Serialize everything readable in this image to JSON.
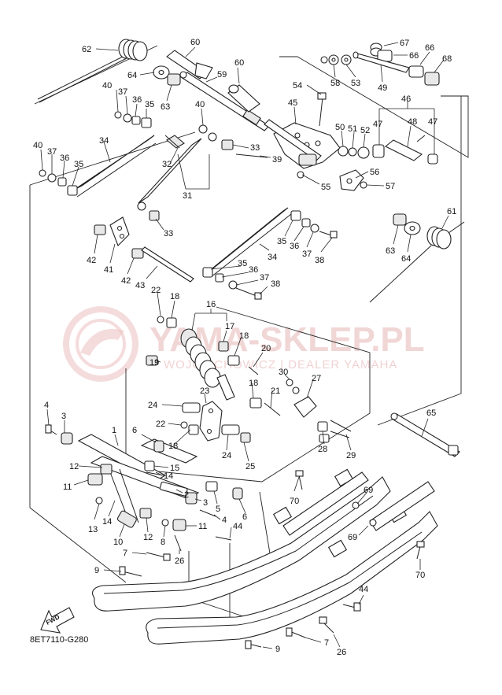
{
  "watermark": {
    "main": "YAMA-SKLEP.PL",
    "sub": "WOJCIECHOWICZ | DEALER YAMAHA"
  },
  "diagram_code": "8ET7110-G280",
  "fwd_label": "FWD",
  "callouts": [
    {
      "id": "62",
      "text": "62"
    },
    {
      "id": "60a",
      "text": "60"
    },
    {
      "id": "60b",
      "text": "60"
    },
    {
      "id": "64a",
      "text": "64"
    },
    {
      "id": "63a",
      "text": "63"
    },
    {
      "id": "59",
      "text": "59"
    },
    {
      "id": "67",
      "text": "67"
    },
    {
      "id": "66a",
      "text": "66"
    },
    {
      "id": "66b",
      "text": "66"
    },
    {
      "id": "68",
      "text": "68"
    },
    {
      "id": "58",
      "text": "58"
    },
    {
      "id": "53",
      "text": "53"
    },
    {
      "id": "49",
      "text": "49"
    },
    {
      "id": "54",
      "text": "54"
    },
    {
      "id": "40a",
      "text": "40"
    },
    {
      "id": "37a",
      "text": "37"
    },
    {
      "id": "36a",
      "text": "36"
    },
    {
      "id": "35a",
      "text": "35"
    },
    {
      "id": "40b",
      "text": "40"
    },
    {
      "id": "45",
      "text": "45"
    },
    {
      "id": "46",
      "text": "46"
    },
    {
      "id": "50",
      "text": "50"
    },
    {
      "id": "51",
      "text": "51"
    },
    {
      "id": "52",
      "text": "52"
    },
    {
      "id": "47a",
      "text": "47"
    },
    {
      "id": "48",
      "text": "48"
    },
    {
      "id": "47b",
      "text": "47"
    },
    {
      "id": "34a",
      "text": "34"
    },
    {
      "id": "33a",
      "text": "33"
    },
    {
      "id": "39",
      "text": "39"
    },
    {
      "id": "40c",
      "text": "40"
    },
    {
      "id": "37b",
      "text": "37"
    },
    {
      "id": "36b",
      "text": "36"
    },
    {
      "id": "35b",
      "text": "35"
    },
    {
      "id": "32",
      "text": "32"
    },
    {
      "id": "56",
      "text": "56"
    },
    {
      "id": "55",
      "text": "55"
    },
    {
      "id": "57",
      "text": "57"
    },
    {
      "id": "31",
      "text": "31"
    },
    {
      "id": "33b",
      "text": "33"
    },
    {
      "id": "61",
      "text": "61"
    },
    {
      "id": "35c",
      "text": "35"
    },
    {
      "id": "36c",
      "text": "36"
    },
    {
      "id": "37c",
      "text": "37"
    },
    {
      "id": "38a",
      "text": "38"
    },
    {
      "id": "63b",
      "text": "63"
    },
    {
      "id": "64b",
      "text": "64"
    },
    {
      "id": "42a",
      "text": "42"
    },
    {
      "id": "41",
      "text": "41"
    },
    {
      "id": "34b",
      "text": "34"
    },
    {
      "id": "42b",
      "text": "42"
    },
    {
      "id": "43",
      "text": "43"
    },
    {
      "id": "35d",
      "text": "35"
    },
    {
      "id": "36d",
      "text": "36"
    },
    {
      "id": "37d",
      "text": "37"
    },
    {
      "id": "38b",
      "text": "38"
    },
    {
      "id": "22a",
      "text": "22"
    },
    {
      "id": "18a",
      "text": "18"
    },
    {
      "id": "16",
      "text": "16"
    },
    {
      "id": "17",
      "text": "17"
    },
    {
      "id": "18b",
      "text": "18"
    },
    {
      "id": "19",
      "text": "19"
    },
    {
      "id": "20",
      "text": "20"
    },
    {
      "id": "18c",
      "text": "18"
    },
    {
      "id": "30",
      "text": "30"
    },
    {
      "id": "21",
      "text": "21"
    },
    {
      "id": "27",
      "text": "27"
    },
    {
      "id": "23",
      "text": "23"
    },
    {
      "id": "24a",
      "text": "24"
    },
    {
      "id": "65",
      "text": "65"
    },
    {
      "id": "4a",
      "text": "4"
    },
    {
      "id": "3a",
      "text": "3"
    },
    {
      "id": "22b",
      "text": "22"
    },
    {
      "id": "1",
      "text": "1"
    },
    {
      "id": "6a",
      "text": "6"
    },
    {
      "id": "18d",
      "text": "18"
    },
    {
      "id": "24b",
      "text": "24"
    },
    {
      "id": "25",
      "text": "25"
    },
    {
      "id": "28",
      "text": "28"
    },
    {
      "id": "29",
      "text": "29"
    },
    {
      "id": "12a",
      "text": "12"
    },
    {
      "id": "15",
      "text": "15"
    },
    {
      "id": "14a",
      "text": "14"
    },
    {
      "id": "11a",
      "text": "11"
    },
    {
      "id": "70a",
      "text": "70"
    },
    {
      "id": "69a",
      "text": "69"
    },
    {
      "id": "2",
      "text": "2"
    },
    {
      "id": "3b",
      "text": "3"
    },
    {
      "id": "5",
      "text": "5"
    },
    {
      "id": "13",
      "text": "13"
    },
    {
      "id": "14b",
      "text": "14"
    },
    {
      "id": "4b",
      "text": "4"
    },
    {
      "id": "6b",
      "text": "6"
    },
    {
      "id": "11b",
      "text": "11"
    },
    {
      "id": "44a",
      "text": "44"
    },
    {
      "id": "10",
      "text": "10"
    },
    {
      "id": "12b",
      "text": "12"
    },
    {
      "id": "8",
      "text": "8"
    },
    {
      "id": "69b",
      "text": "69"
    },
    {
      "id": "7a",
      "text": "7"
    },
    {
      "id": "26a",
      "text": "26"
    },
    {
      "id": "70b",
      "text": "70"
    },
    {
      "id": "9a",
      "text": "9"
    },
    {
      "id": "44b",
      "text": "44"
    },
    {
      "id": "7b",
      "text": "7"
    },
    {
      "id": "26b",
      "text": "26"
    },
    {
      "id": "9b",
      "text": "9"
    }
  ]
}
